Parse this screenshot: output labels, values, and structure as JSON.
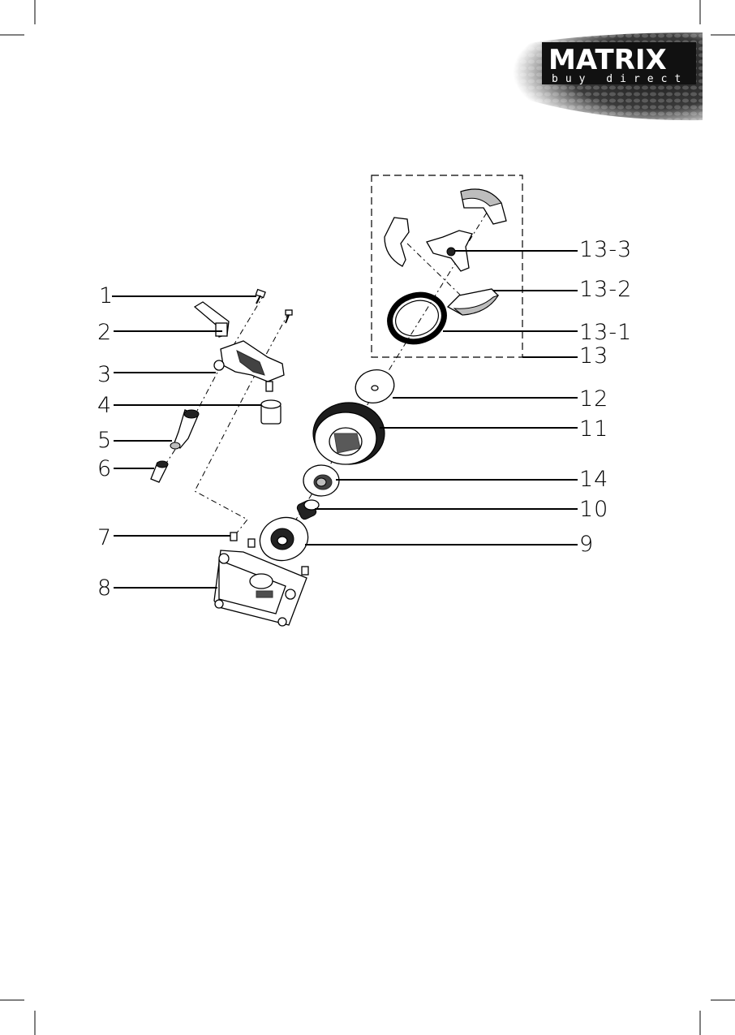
{
  "brand": {
    "name": "MATRIX",
    "tagline": "buy direct"
  },
  "callouts": [
    {
      "id": "1",
      "label": "1"
    },
    {
      "id": "2",
      "label": "2"
    },
    {
      "id": "3",
      "label": "3"
    },
    {
      "id": "4",
      "label": "4"
    },
    {
      "id": "5",
      "label": "5"
    },
    {
      "id": "6",
      "label": "6"
    },
    {
      "id": "7",
      "label": "7"
    },
    {
      "id": "8",
      "label": "8"
    },
    {
      "id": "13-3",
      "label": "13-3"
    },
    {
      "id": "13-2",
      "label": "13-2"
    },
    {
      "id": "13-1",
      "label": "13-1"
    },
    {
      "id": "13",
      "label": "13"
    },
    {
      "id": "12",
      "label": "12"
    },
    {
      "id": "11",
      "label": "11"
    },
    {
      "id": "14",
      "label": "14"
    },
    {
      "id": "10",
      "label": "10"
    },
    {
      "id": "9",
      "label": "9"
    }
  ],
  "colors": {
    "ink": "#000000",
    "paper": "#ffffff",
    "logo_dark": "#1a1a1a"
  }
}
